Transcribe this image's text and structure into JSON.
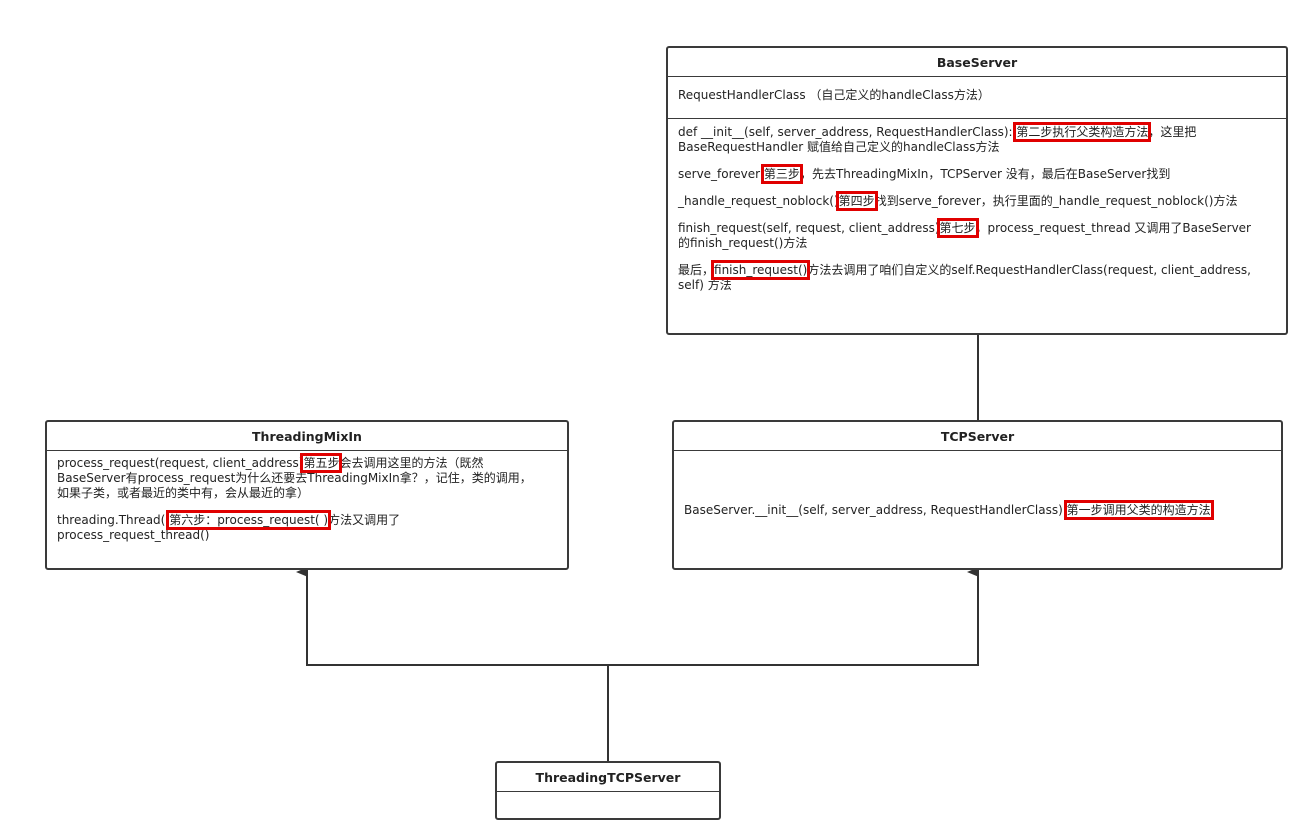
{
  "classes": {
    "base_server": {
      "name": "BaseServer",
      "attribute": "RequestHandlerClass  （自己定义的handleClass方法）",
      "op1": {
        "pre": "def __init__(self, server_address, RequestHandlerClass):",
        "tag": "第二步执行父类构造方法",
        "post": "，这里把",
        "line2": "BaseRequestHandler 赋值给自己定义的handleClass方法"
      },
      "op2": {
        "pre": "serve_forever",
        "tag": "第三步",
        "post": "，先去ThreadingMixIn，TCPServer 没有，最后在BaseServer找到"
      },
      "op3": {
        "pre": "_handle_request_noblock()",
        "tag": "第四步",
        "post": "找到serve_forever，执行里面的_handle_request_noblock()方法"
      },
      "op4": {
        "pre": "finish_request(self, request, client_address)",
        "tag": "第七步",
        "post": "，process_request_thread 又调用了BaseServer",
        "line2": "的finish_request()方法"
      },
      "op5": {
        "pre": "最后，",
        "tag": "finish_request()",
        "post": "方法去调用了咱们自定义的self.RequestHandlerClass(request, client_address,",
        "line2": "self) 方法"
      }
    },
    "threading_mixin": {
      "name": "ThreadingMixIn",
      "op1": {
        "pre": "process_request(request, client_address)",
        "tag": "第五步",
        "post": "会去调用这里的方法（既然",
        "line2": "BaseServer有process_request为什么还要去ThreadingMixIn拿？，记住，类的调用，",
        "line3": "如果子类，或者最近的类中有，会从最近的拿）"
      },
      "op2": {
        "pre": "threading.Thread(",
        "tag": "第六步：process_request( )",
        "post": "方法又调用了",
        "line2": "process_request_thread()"
      }
    },
    "tcp_server": {
      "name": "TCPServer",
      "op1": {
        "pre": "BaseServer.__init__(self, server_address, RequestHandlerClass)",
        "tag": "第一步调用父类的构造方法"
      }
    },
    "threading_tcp_server": {
      "name": "ThreadingTCPServer"
    }
  },
  "colors": {
    "border": "#3a3a3a",
    "highlight": "#e00000",
    "line": "#333333"
  }
}
